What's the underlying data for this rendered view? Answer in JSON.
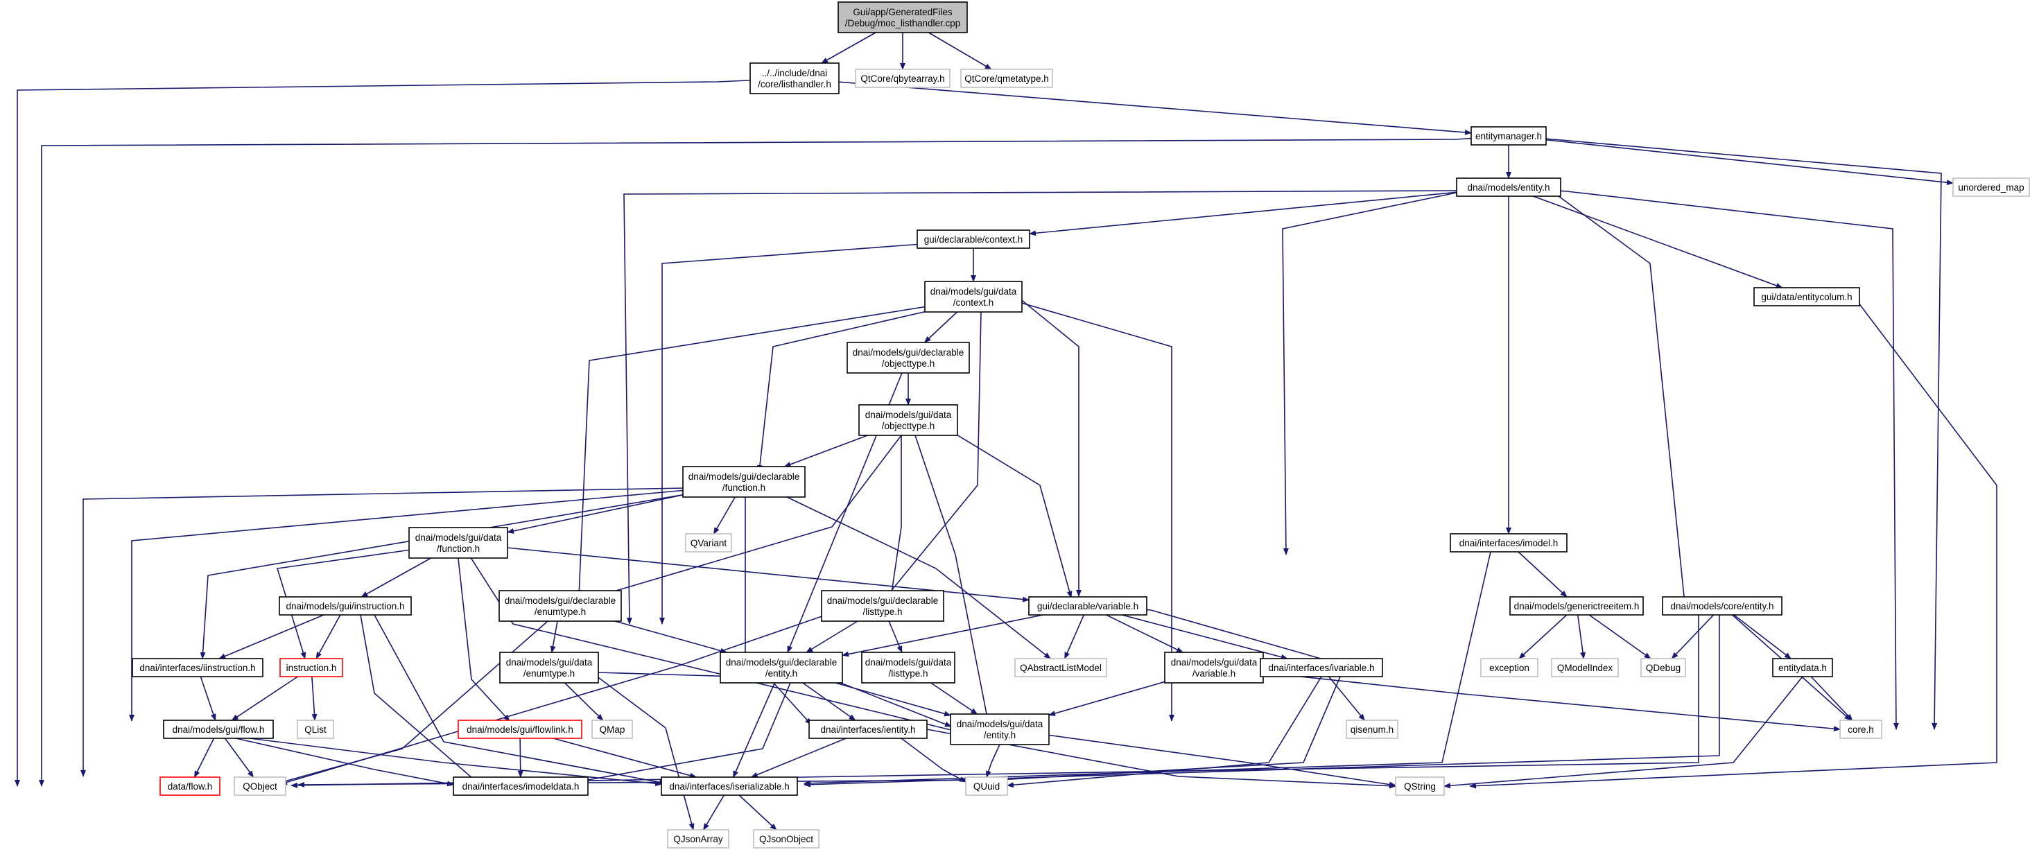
{
  "colors": {
    "edge": "#191970",
    "node_border": "#000000",
    "node_border_missing": "#bfbfbf",
    "node_border_truncated": "#ff0000",
    "root_fill": "#bfbfbf",
    "label": "#000000"
  },
  "nodes": [
    {
      "id": "moc",
      "lines": [
        "Gui/app/GeneratedFiles",
        "/Debug/moc_listhandler.cpp"
      ],
      "style": "root"
    },
    {
      "id": "listhandler",
      "lines": [
        "../../include/dnai",
        "/core/listhandler.h"
      ],
      "style": "normal"
    },
    {
      "id": "qbytearray",
      "lines": [
        "QtCore/qbytearray.h"
      ],
      "style": "missing"
    },
    {
      "id": "qmetatype",
      "lines": [
        "QtCore/qmetatype.h"
      ],
      "style": "missing"
    },
    {
      "id": "entitymanager",
      "lines": [
        "entitymanager.h"
      ],
      "style": "normal"
    },
    {
      "id": "unordered_map",
      "lines": [
        "unordered_map"
      ],
      "style": "missing"
    },
    {
      "id": "models_entity",
      "lines": [
        "dnai/models/entity.h"
      ],
      "style": "normal"
    },
    {
      "id": "decl_context",
      "lines": [
        "gui/declarable/context.h"
      ],
      "style": "normal"
    },
    {
      "id": "data_context",
      "lines": [
        "dnai/models/gui/data",
        "/context.h"
      ],
      "style": "normal"
    },
    {
      "id": "data_entitycolum",
      "lines": [
        "gui/data/entitycolum.h"
      ],
      "style": "normal"
    },
    {
      "id": "decl_objecttype",
      "lines": [
        "dnai/models/gui/declarable",
        "/objecttype.h"
      ],
      "style": "normal"
    },
    {
      "id": "data_objecttype",
      "lines": [
        "dnai/models/gui/data",
        "/objecttype.h"
      ],
      "style": "normal"
    },
    {
      "id": "decl_function",
      "lines": [
        "dnai/models/gui/declarable",
        "/function.h"
      ],
      "style": "normal"
    },
    {
      "id": "qvariant",
      "lines": [
        "QVariant"
      ],
      "style": "missing"
    },
    {
      "id": "data_function",
      "lines": [
        "dnai/models/gui/data",
        "/function.h"
      ],
      "style": "normal"
    },
    {
      "id": "imodel",
      "lines": [
        "dnai/interfaces/imodel.h"
      ],
      "style": "normal"
    },
    {
      "id": "instruction",
      "lines": [
        "dnai/models/gui/instruction.h"
      ],
      "style": "normal"
    },
    {
      "id": "decl_enumtype",
      "lines": [
        "dnai/models/gui/declarable",
        "/enumtype.h"
      ],
      "style": "normal"
    },
    {
      "id": "decl_listtype",
      "lines": [
        "dnai/models/gui/declarable",
        "/listtype.h"
      ],
      "style": "normal"
    },
    {
      "id": "decl_variable",
      "lines": [
        "gui/declarable/variable.h"
      ],
      "style": "normal"
    },
    {
      "id": "generictreeitem",
      "lines": [
        "dnai/models/generictreeitem.h"
      ],
      "style": "normal"
    },
    {
      "id": "core_entity",
      "lines": [
        "dnai/models/core/entity.h"
      ],
      "style": "normal"
    },
    {
      "id": "iinstruction",
      "lines": [
        "dnai/interfaces/iinstruction.h"
      ],
      "style": "normal"
    },
    {
      "id": "instruction_h",
      "lines": [
        "instruction.h"
      ],
      "style": "truncated"
    },
    {
      "id": "decl_entity",
      "lines": [
        "dnai/models/gui/declarable",
        "/entity.h"
      ],
      "style": "normal"
    },
    {
      "id": "data_enumtype",
      "lines": [
        "dnai/models/gui/data",
        "/enumtype.h"
      ],
      "style": "normal"
    },
    {
      "id": "data_listtype",
      "lines": [
        "dnai/models/gui/data",
        "/listtype.h"
      ],
      "style": "normal"
    },
    {
      "id": "qabstractlistmodel",
      "lines": [
        "QAbstractListModel"
      ],
      "style": "missing"
    },
    {
      "id": "data_variable",
      "lines": [
        "dnai/models/gui/data",
        "/variable.h"
      ],
      "style": "normal"
    },
    {
      "id": "ivariable",
      "lines": [
        "dnai/interfaces/ivariable.h"
      ],
      "style": "normal"
    },
    {
      "id": "exception",
      "lines": [
        "exception"
      ],
      "style": "missing"
    },
    {
      "id": "qmodelindex",
      "lines": [
        "QModelIndex"
      ],
      "style": "missing"
    },
    {
      "id": "qdebug",
      "lines": [
        "QDebug"
      ],
      "style": "missing"
    },
    {
      "id": "entitydata",
      "lines": [
        "entitydata.h"
      ],
      "style": "normal"
    },
    {
      "id": "qlist",
      "lines": [
        "QList"
      ],
      "style": "missing"
    },
    {
      "id": "flow",
      "lines": [
        "dnai/models/gui/flow.h"
      ],
      "style": "normal"
    },
    {
      "id": "qmap",
      "lines": [
        "QMap"
      ],
      "style": "missing"
    },
    {
      "id": "flowlink",
      "lines": [
        "dnai/models/gui/flowlink.h"
      ],
      "style": "truncated"
    },
    {
      "id": "ientity",
      "lines": [
        "dnai/interfaces/ientity.h"
      ],
      "style": "normal"
    },
    {
      "id": "data_entity",
      "lines": [
        "dnai/models/gui/data",
        "/entity.h"
      ],
      "style": "normal"
    },
    {
      "id": "qisenum",
      "lines": [
        "qisenum.h"
      ],
      "style": "missing"
    },
    {
      "id": "core_h",
      "lines": [
        "core.h"
      ],
      "style": "missing"
    },
    {
      "id": "data_flow",
      "lines": [
        "data/flow.h"
      ],
      "style": "truncated"
    },
    {
      "id": "qobject",
      "lines": [
        "QObject"
      ],
      "style": "missing"
    },
    {
      "id": "imodeldata",
      "lines": [
        "dnai/interfaces/imodeldata.h"
      ],
      "style": "normal"
    },
    {
      "id": "iserializable",
      "lines": [
        "dnai/interfaces/iserializable.h"
      ],
      "style": "normal"
    },
    {
      "id": "quuid",
      "lines": [
        "QUuid"
      ],
      "style": "missing"
    },
    {
      "id": "qstring",
      "lines": [
        "QString"
      ],
      "style": "missing"
    },
    {
      "id": "qjsonarray",
      "lines": [
        "QJsonArray"
      ],
      "style": "missing"
    },
    {
      "id": "qjsonobject",
      "lines": [
        "QJsonObject"
      ],
      "style": "missing"
    }
  ],
  "edges": [
    [
      "moc",
      "listhandler"
    ],
    [
      "moc",
      "qbytearray"
    ],
    [
      "moc",
      "qmetatype"
    ],
    [
      "listhandler",
      "entitymanager"
    ],
    [
      "listhandler",
      "qobject"
    ],
    [
      "entitymanager",
      "models_entity"
    ],
    [
      "entitymanager",
      "unordered_map"
    ],
    [
      "entitymanager",
      "core_h"
    ],
    [
      "entitymanager",
      "qobject"
    ],
    [
      "models_entity",
      "decl_context"
    ],
    [
      "models_entity",
      "data_entitycolum"
    ],
    [
      "models_entity",
      "imodel"
    ],
    [
      "models_entity",
      "core_entity"
    ],
    [
      "models_entity",
      "decl_variable"
    ],
    [
      "models_entity",
      "decl_entity"
    ],
    [
      "models_entity",
      "core_h"
    ],
    [
      "decl_context",
      "data_context"
    ],
    [
      "decl_context",
      "decl_entity"
    ],
    [
      "data_context",
      "decl_objecttype"
    ],
    [
      "data_context",
      "decl_function"
    ],
    [
      "data_context",
      "decl_enumtype"
    ],
    [
      "data_context",
      "decl_listtype"
    ],
    [
      "data_context",
      "decl_variable"
    ],
    [
      "data_context",
      "data_entity"
    ],
    [
      "data_entitycolum",
      "qstring"
    ],
    [
      "decl_objecttype",
      "data_objecttype"
    ],
    [
      "decl_objecttype",
      "decl_entity"
    ],
    [
      "data_objecttype",
      "decl_function"
    ],
    [
      "data_objecttype",
      "decl_enumtype"
    ],
    [
      "data_objecttype",
      "decl_listtype"
    ],
    [
      "data_objecttype",
      "decl_variable"
    ],
    [
      "data_objecttype",
      "data_entity"
    ],
    [
      "decl_function",
      "qvariant"
    ],
    [
      "decl_function",
      "data_function"
    ],
    [
      "decl_function",
      "iinstruction"
    ],
    [
      "decl_function",
      "flow"
    ],
    [
      "decl_function",
      "qobject"
    ],
    [
      "decl_function",
      "qabstractlistmodel"
    ],
    [
      "decl_function",
      "ientity"
    ],
    [
      "data_function",
      "instruction"
    ],
    [
      "data_function",
      "instruction_h"
    ],
    [
      "data_function",
      "decl_variable"
    ],
    [
      "data_function",
      "flowlink"
    ],
    [
      "data_function",
      "data_entity"
    ],
    [
      "imodel",
      "generictreeitem"
    ],
    [
      "imodel",
      "iserializable"
    ],
    [
      "instruction",
      "iinstruction"
    ],
    [
      "instruction",
      "instruction_h"
    ],
    [
      "instruction",
      "imodeldata"
    ],
    [
      "instruction",
      "iserializable"
    ],
    [
      "decl_enumtype",
      "data_enumtype"
    ],
    [
      "decl_enumtype",
      "decl_entity"
    ],
    [
      "decl_enumtype",
      "qobject"
    ],
    [
      "decl_listtype",
      "data_listtype"
    ],
    [
      "decl_listtype",
      "decl_entity"
    ],
    [
      "decl_listtype",
      "qobject"
    ],
    [
      "decl_variable",
      "data_variable"
    ],
    [
      "decl_variable",
      "ivariable"
    ],
    [
      "decl_variable",
      "qabstractlistmodel"
    ],
    [
      "decl_variable",
      "decl_entity"
    ],
    [
      "decl_variable",
      "qobject"
    ],
    [
      "generictreeitem",
      "exception"
    ],
    [
      "generictreeitem",
      "qmodelindex"
    ],
    [
      "generictreeitem",
      "qdebug"
    ],
    [
      "core_entity",
      "qdebug"
    ],
    [
      "core_entity",
      "entitydata"
    ],
    [
      "core_entity",
      "core_h"
    ],
    [
      "core_entity",
      "iserializable"
    ],
    [
      "core_entity",
      "qobject"
    ],
    [
      "iinstruction",
      "flow"
    ],
    [
      "instruction_h",
      "flow"
    ],
    [
      "instruction_h",
      "qlist"
    ],
    [
      "decl_entity",
      "ientity"
    ],
    [
      "decl_entity",
      "data_entity"
    ],
    [
      "decl_entity",
      "iserializable"
    ],
    [
      "decl_entity",
      "imodeldata"
    ],
    [
      "data_enumtype",
      "qmap"
    ],
    [
      "data_enumtype",
      "data_entity"
    ],
    [
      "data_enumtype",
      "qjsonarray"
    ],
    [
      "data_listtype",
      "data_entity"
    ],
    [
      "data_variable",
      "data_entity"
    ],
    [
      "data_variable",
      "core_h"
    ],
    [
      "ivariable",
      "qisenum"
    ],
    [
      "ivariable",
      "quuid"
    ],
    [
      "entitydata",
      "core_h"
    ],
    [
      "entitydata",
      "qstring"
    ],
    [
      "flow",
      "data_flow"
    ],
    [
      "flow",
      "qobject"
    ],
    [
      "flow",
      "imodeldata"
    ],
    [
      "flow",
      "iserializable"
    ],
    [
      "flowlink",
      "imodeldata"
    ],
    [
      "flowlink",
      "iserializable"
    ],
    [
      "ientity",
      "iserializable"
    ],
    [
      "ientity",
      "quuid"
    ],
    [
      "ientity",
      "qstring"
    ],
    [
      "data_entity",
      "quuid"
    ],
    [
      "data_entity",
      "qstring"
    ],
    [
      "iserializable",
      "qjsonarray"
    ],
    [
      "iserializable",
      "qjsonobject"
    ]
  ]
}
